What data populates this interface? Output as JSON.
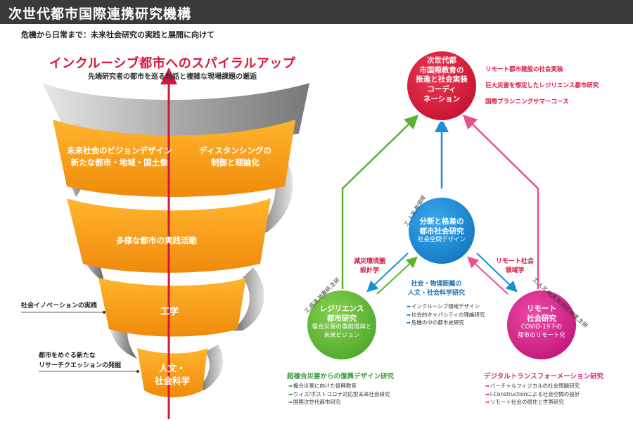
{
  "title": "次世代都市国際連携研究機構",
  "subtitle": "危機から日常まで：未来社会研究の実践と展開に向けて",
  "spiral": {
    "headline": "インクルーシブ都市へのスパイラルアップ",
    "subheadline": "先端研究者の都市を巡る対話と複雑な現場課題の邂逅",
    "band1_left": [
      "未来社会のビジョンデザイン",
      "新たな都市・地域・国土像"
    ],
    "band1_right": [
      "ディスタンシングの",
      "制御と理論化"
    ],
    "band2": "多様な都市の実践活動",
    "band3": "工学",
    "band4": [
      "人文・",
      "社会科学"
    ],
    "note_innovation": "社会イノベーションの実践",
    "note_research": [
      "都市をめぐる新たな",
      "リサーチクエッションの発掘"
    ]
  },
  "colors": {
    "orange": "#f7a21b",
    "red": "#d4183b",
    "green": "#6abf3c",
    "blue": "#1a8fd6",
    "magenta": "#d92b8a",
    "gray": "#9a9a9a"
  },
  "top_circle": {
    "lines": [
      "次世代都",
      "市国際教育の",
      "推進と社会実装",
      "コーディ",
      "ネーション"
    ],
    "items": [
      "リモート都市建設の社会実装",
      "巨大災害を想定したレジリエンス都市研究",
      "国際プランニングサマーコース"
    ]
  },
  "center_circle": {
    "lines": [
      "分断と格差の",
      "都市社会研究"
    ],
    "sub": "社会空間デザイン",
    "rotated": "工,人文,新領域"
  },
  "left_circle": {
    "lines": [
      "レジリエンス",
      "都市研究"
    ],
    "sub": [
      "複合災害の事前復興と",
      "未来ビジョン"
    ],
    "rotated": "工,経済,地震研,生研",
    "heading": "超複合災害からの復興デザイン研究",
    "items": [
      "複合災害に向けた復興教育",
      "ウィズ/ポストコロナ対応型未来社会研究",
      "国際次世代都市研究"
    ]
  },
  "right_circle": {
    "lines": [
      "リモート",
      "社会研究"
    ],
    "sub": [
      "COVID-19下の",
      "都市のリモート化"
    ],
    "rotated": "工,人文,経済,新領域,情理,生研",
    "heading": "デジタルトランスフォーメーション研究",
    "items": [
      "バーチャルフィジカルの社会問題研究",
      "i-Constructionによる社会空間の設計",
      "リモート社会の居住と世帯研究"
    ]
  },
  "link_left": [
    "減災環境圏",
    "設計学"
  ],
  "link_right": [
    "リモート社会",
    "領域学"
  ],
  "middle_block": {
    "heading": [
      "社会・物理距離の",
      "人文・社会科学研究"
    ],
    "items": [
      "インクルーシブ領域デザイン",
      "社会的キャパシティの理論研究",
      "危機の中の都市史研究"
    ]
  }
}
